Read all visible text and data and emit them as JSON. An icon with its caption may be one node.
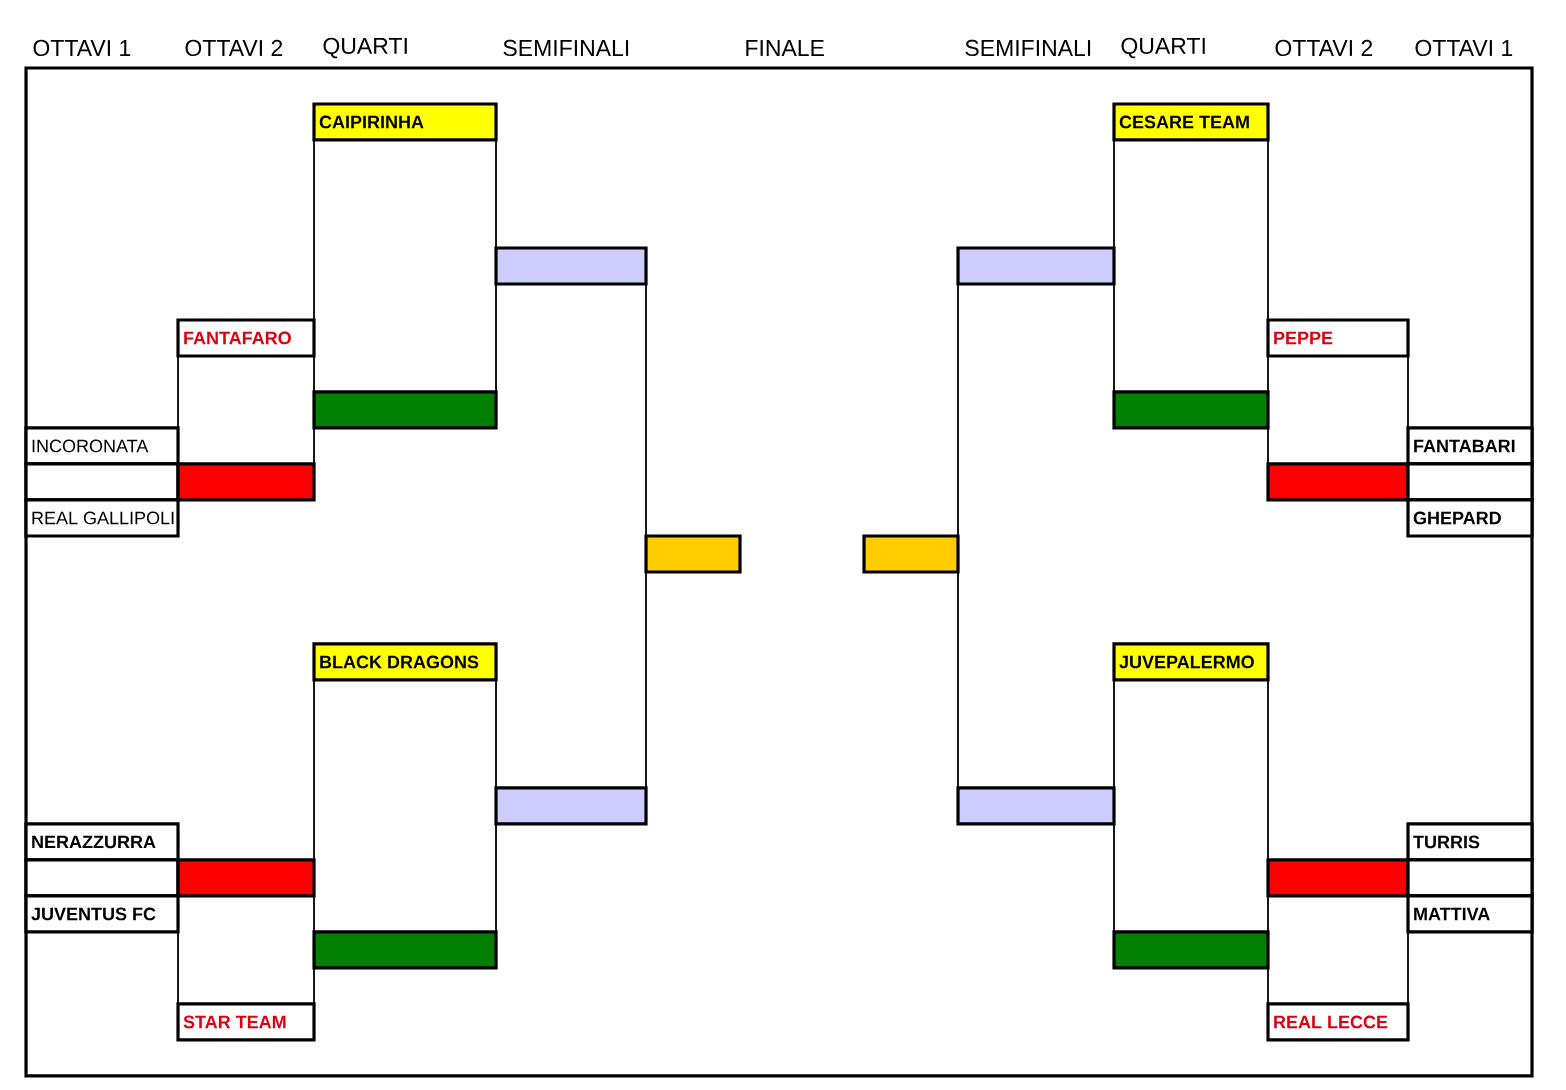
{
  "diagram": {
    "nodes": [
      {
        "text": [
          "CAIPIRINHA"
        ]
      },
      {
        "text": [
          "CESARE TEAM"
        ]
      },
      {
        "text": [],
        "shape": "box"
      },
      {
        "text": [],
        "shape": "box"
      },
      {
        "text": [
          "FANTAFARO"
        ]
      },
      {
        "text": [
          "PEPPE"
        ]
      },
      {
        "text": [],
        "shape": "box"
      },
      {
        "text": [],
        "shape": "box"
      },
      {
        "text": [
          "INCORONATA"
        ]
      },
      {
        "text": [
          "FANTABARI"
        ]
      },
      {
        "text": [],
        "shape": "box"
      },
      {
        "text": [],
        "shape": "box"
      },
      {
        "text": [],
        "shape": "box"
      },
      {
        "text": [],
        "shape": "box"
      },
      {
        "text": [
          "REAL GALLIPOLI"
        ]
      },
      {
        "text": [
          "GHEPARD"
        ]
      },
      {
        "text": [],
        "shape": "box"
      },
      {
        "text": [],
        "shape": "box"
      },
      {
        "text": [
          "BLACK DRAGONS"
        ]
      },
      {
        "text": [
          "JUVEPALERMO"
        ]
      },
      {
        "text": [],
        "shape": "box"
      },
      {
        "text": [],
        "shape": "box"
      },
      {
        "text": [
          "NERAZZURRA"
        ]
      },
      {
        "text": [
          "TURRIS"
        ]
      },
      {
        "text": [],
        "shape": "box"
      },
      {
        "text": [],
        "shape": "box"
      },
      {
        "text": [],
        "shape": "box"
      },
      {
        "text": [],
        "shape": "box"
      },
      {
        "text": [
          "JUVENTUS FC"
        ]
      },
      {
        "text": [
          "MATTIVA"
        ]
      },
      {
        "text": [],
        "shape": "box"
      },
      {
        "text": [],
        "shape": "box"
      },
      {
        "text": [
          "STAR TEAM"
        ]
      },
      {
        "text": [
          "REAL LECCE"
        ]
      }
    ],
    "edges": [
      {
        "from": 0,
        "to": 6,
        "arrow": "none"
      },
      {
        "from": 0,
        "to": 2,
        "arrow": "none"
      },
      {
        "from": 2,
        "to": 6,
        "arrow": "none"
      },
      {
        "from": 4,
        "to": 8,
        "arrow": "none"
      },
      {
        "from": 6,
        "to": 11,
        "arrow": "none"
      },
      {
        "from": 2,
        "to": 16,
        "arrow": "none"
      },
      {
        "from": 16,
        "to": 20,
        "arrow": "none"
      },
      {
        "from": 18,
        "to": 30,
        "arrow": "none"
      },
      {
        "from": 18,
        "to": 20,
        "arrow": "none"
      },
      {
        "from": 20,
        "to": 30,
        "arrow": "none"
      },
      {
        "from": 30,
        "to": 32,
        "arrow": "none"
      },
      {
        "from": 28,
        "to": 32,
        "arrow": "none"
      },
      {
        "from": 1,
        "to": 7,
        "arrow": "none"
      },
      {
        "from": 1,
        "to": 3,
        "arrow": "none"
      },
      {
        "from": 3,
        "to": 7,
        "arrow": "none"
      },
      {
        "from": 5,
        "to": 9,
        "arrow": "none"
      },
      {
        "from": 7,
        "to": 12,
        "arrow": "none"
      },
      {
        "from": 3,
        "to": 17,
        "arrow": "none"
      },
      {
        "from": 17,
        "to": 21,
        "arrow": "none"
      },
      {
        "from": 19,
        "to": 31,
        "arrow": "none"
      },
      {
        "from": 19,
        "to": 21,
        "arrow": "none"
      },
      {
        "from": 21,
        "to": 31,
        "arrow": "none"
      },
      {
        "from": 31,
        "to": 33,
        "arrow": "none"
      },
      {
        "from": 29,
        "to": 33,
        "arrow": "none"
      }
    ],
    "labels": [
      "OTTAVI 1",
      "OTTAVI 2",
      "QUARTI",
      "SEMIFINALI",
      "FINALE",
      "SEMIFINALI",
      "QUARTI",
      "OTTAVI 2",
      "OTTAVI 1"
    ]
  }
}
